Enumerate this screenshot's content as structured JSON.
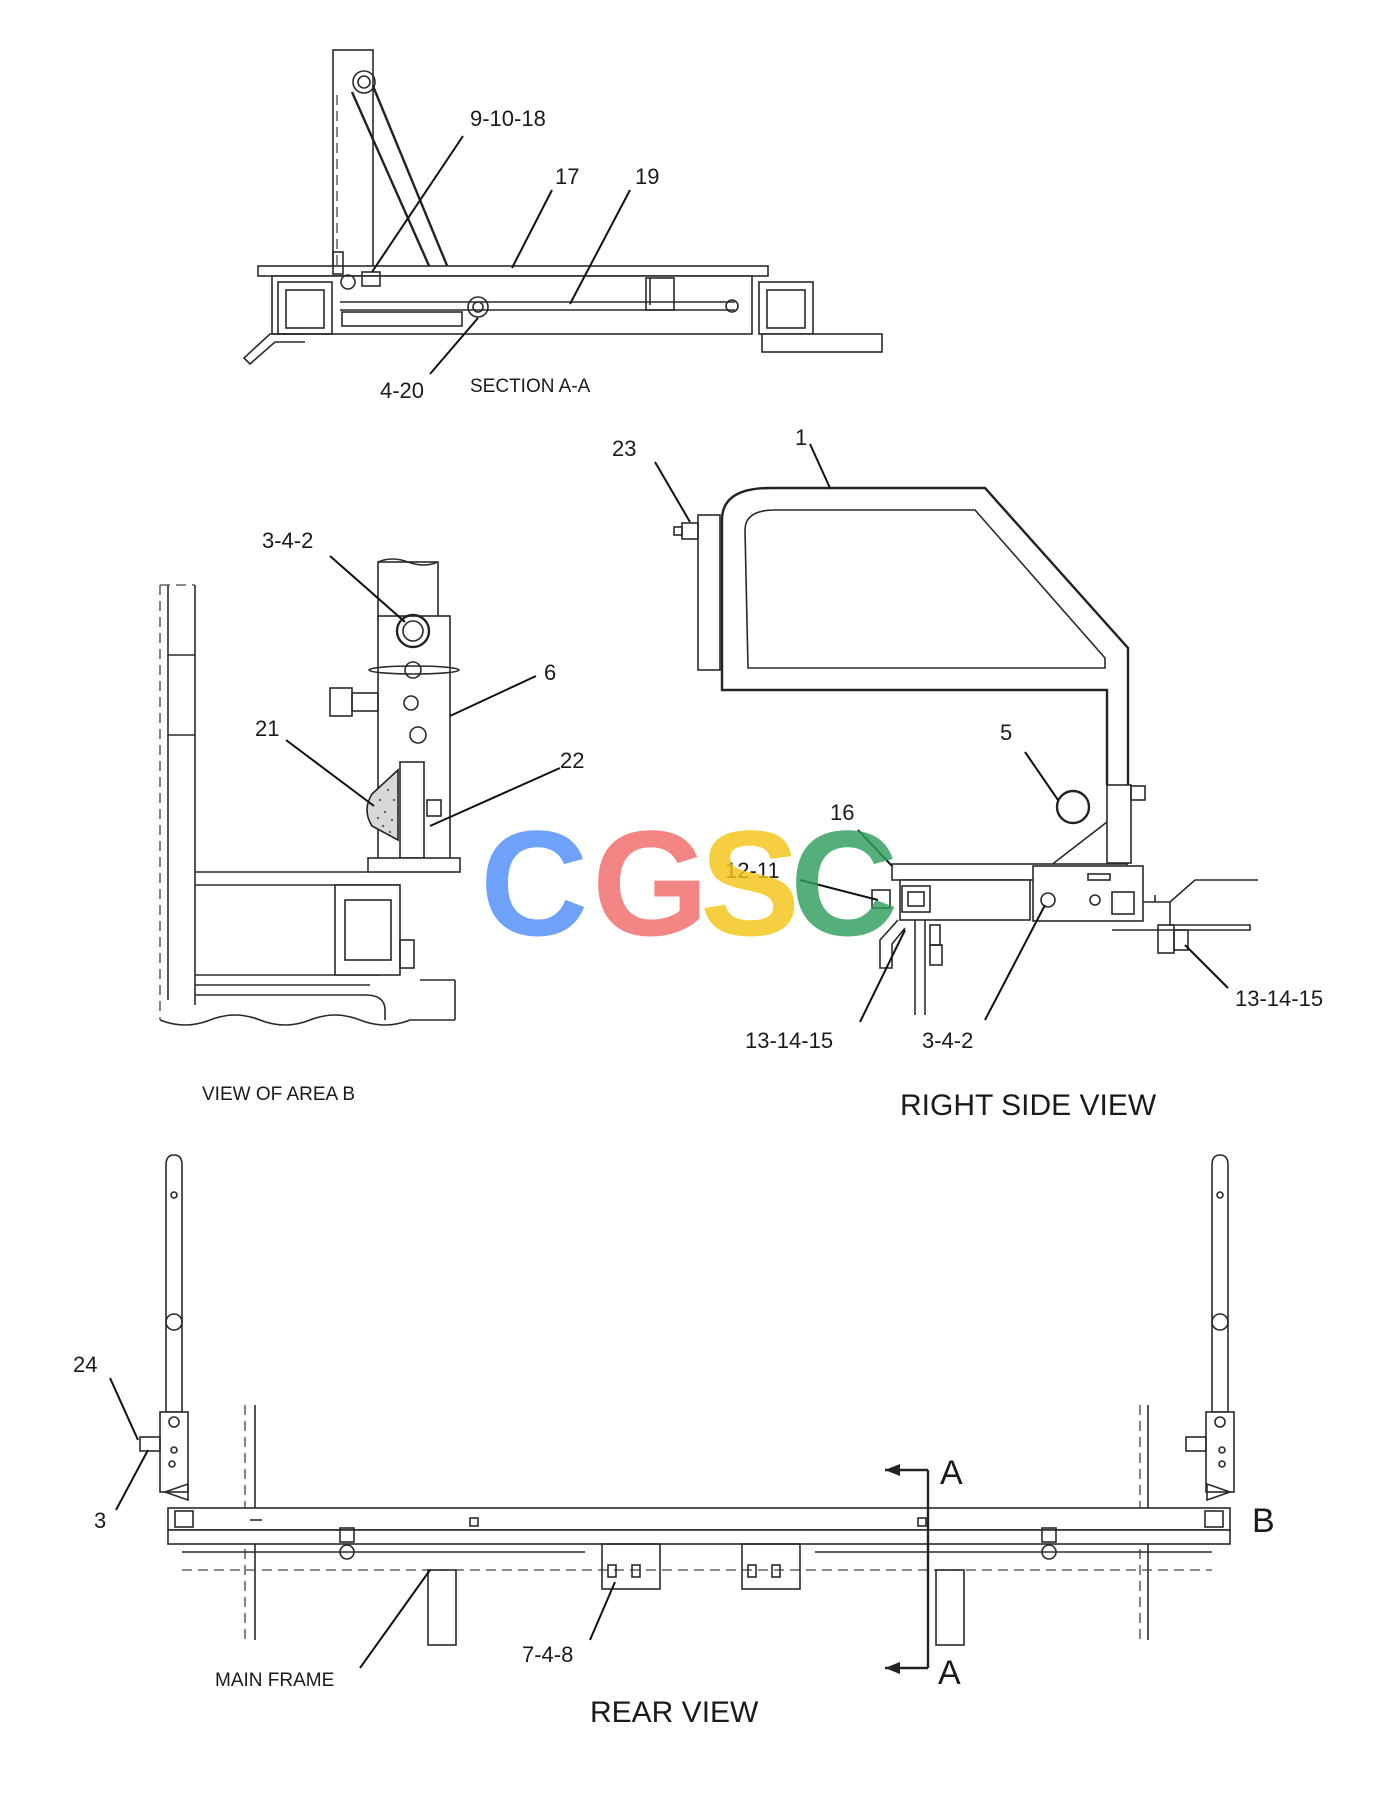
{
  "callouts": {
    "c_9_10_18": "9-10-18",
    "c_17": "17",
    "c_19": "19",
    "c_4_20": "4-20",
    "c_23": "23",
    "c_1": "1",
    "c_3_4_2_a": "3-4-2",
    "c_6": "6",
    "c_21": "21",
    "c_22": "22",
    "c_5": "5",
    "c_16": "16",
    "c_12_11": "12-11",
    "c_13_14_15_a": "13-14-15",
    "c_13_14_15_b": "13-14-15",
    "c_3_4_2_b": "3-4-2",
    "c_24": "24",
    "c_3": "3",
    "c_7_4_8": "7-4-8",
    "c_A_top": "A",
    "c_A_bottom": "A",
    "c_B": "B"
  },
  "captions": {
    "section_aa": "SECTION A-A",
    "view_area_b": "VIEW OF AREA B",
    "right_side_view": "RIGHT SIDE VIEW",
    "rear_view": "REAR VIEW",
    "main_frame": "MAIN FRAME"
  },
  "watermark": {
    "letters": [
      "C",
      "G",
      "S",
      "C"
    ],
    "colors": [
      "#4f8ef7",
      "#f26b6b",
      "#f5c518",
      "#2f9e5e"
    ]
  }
}
